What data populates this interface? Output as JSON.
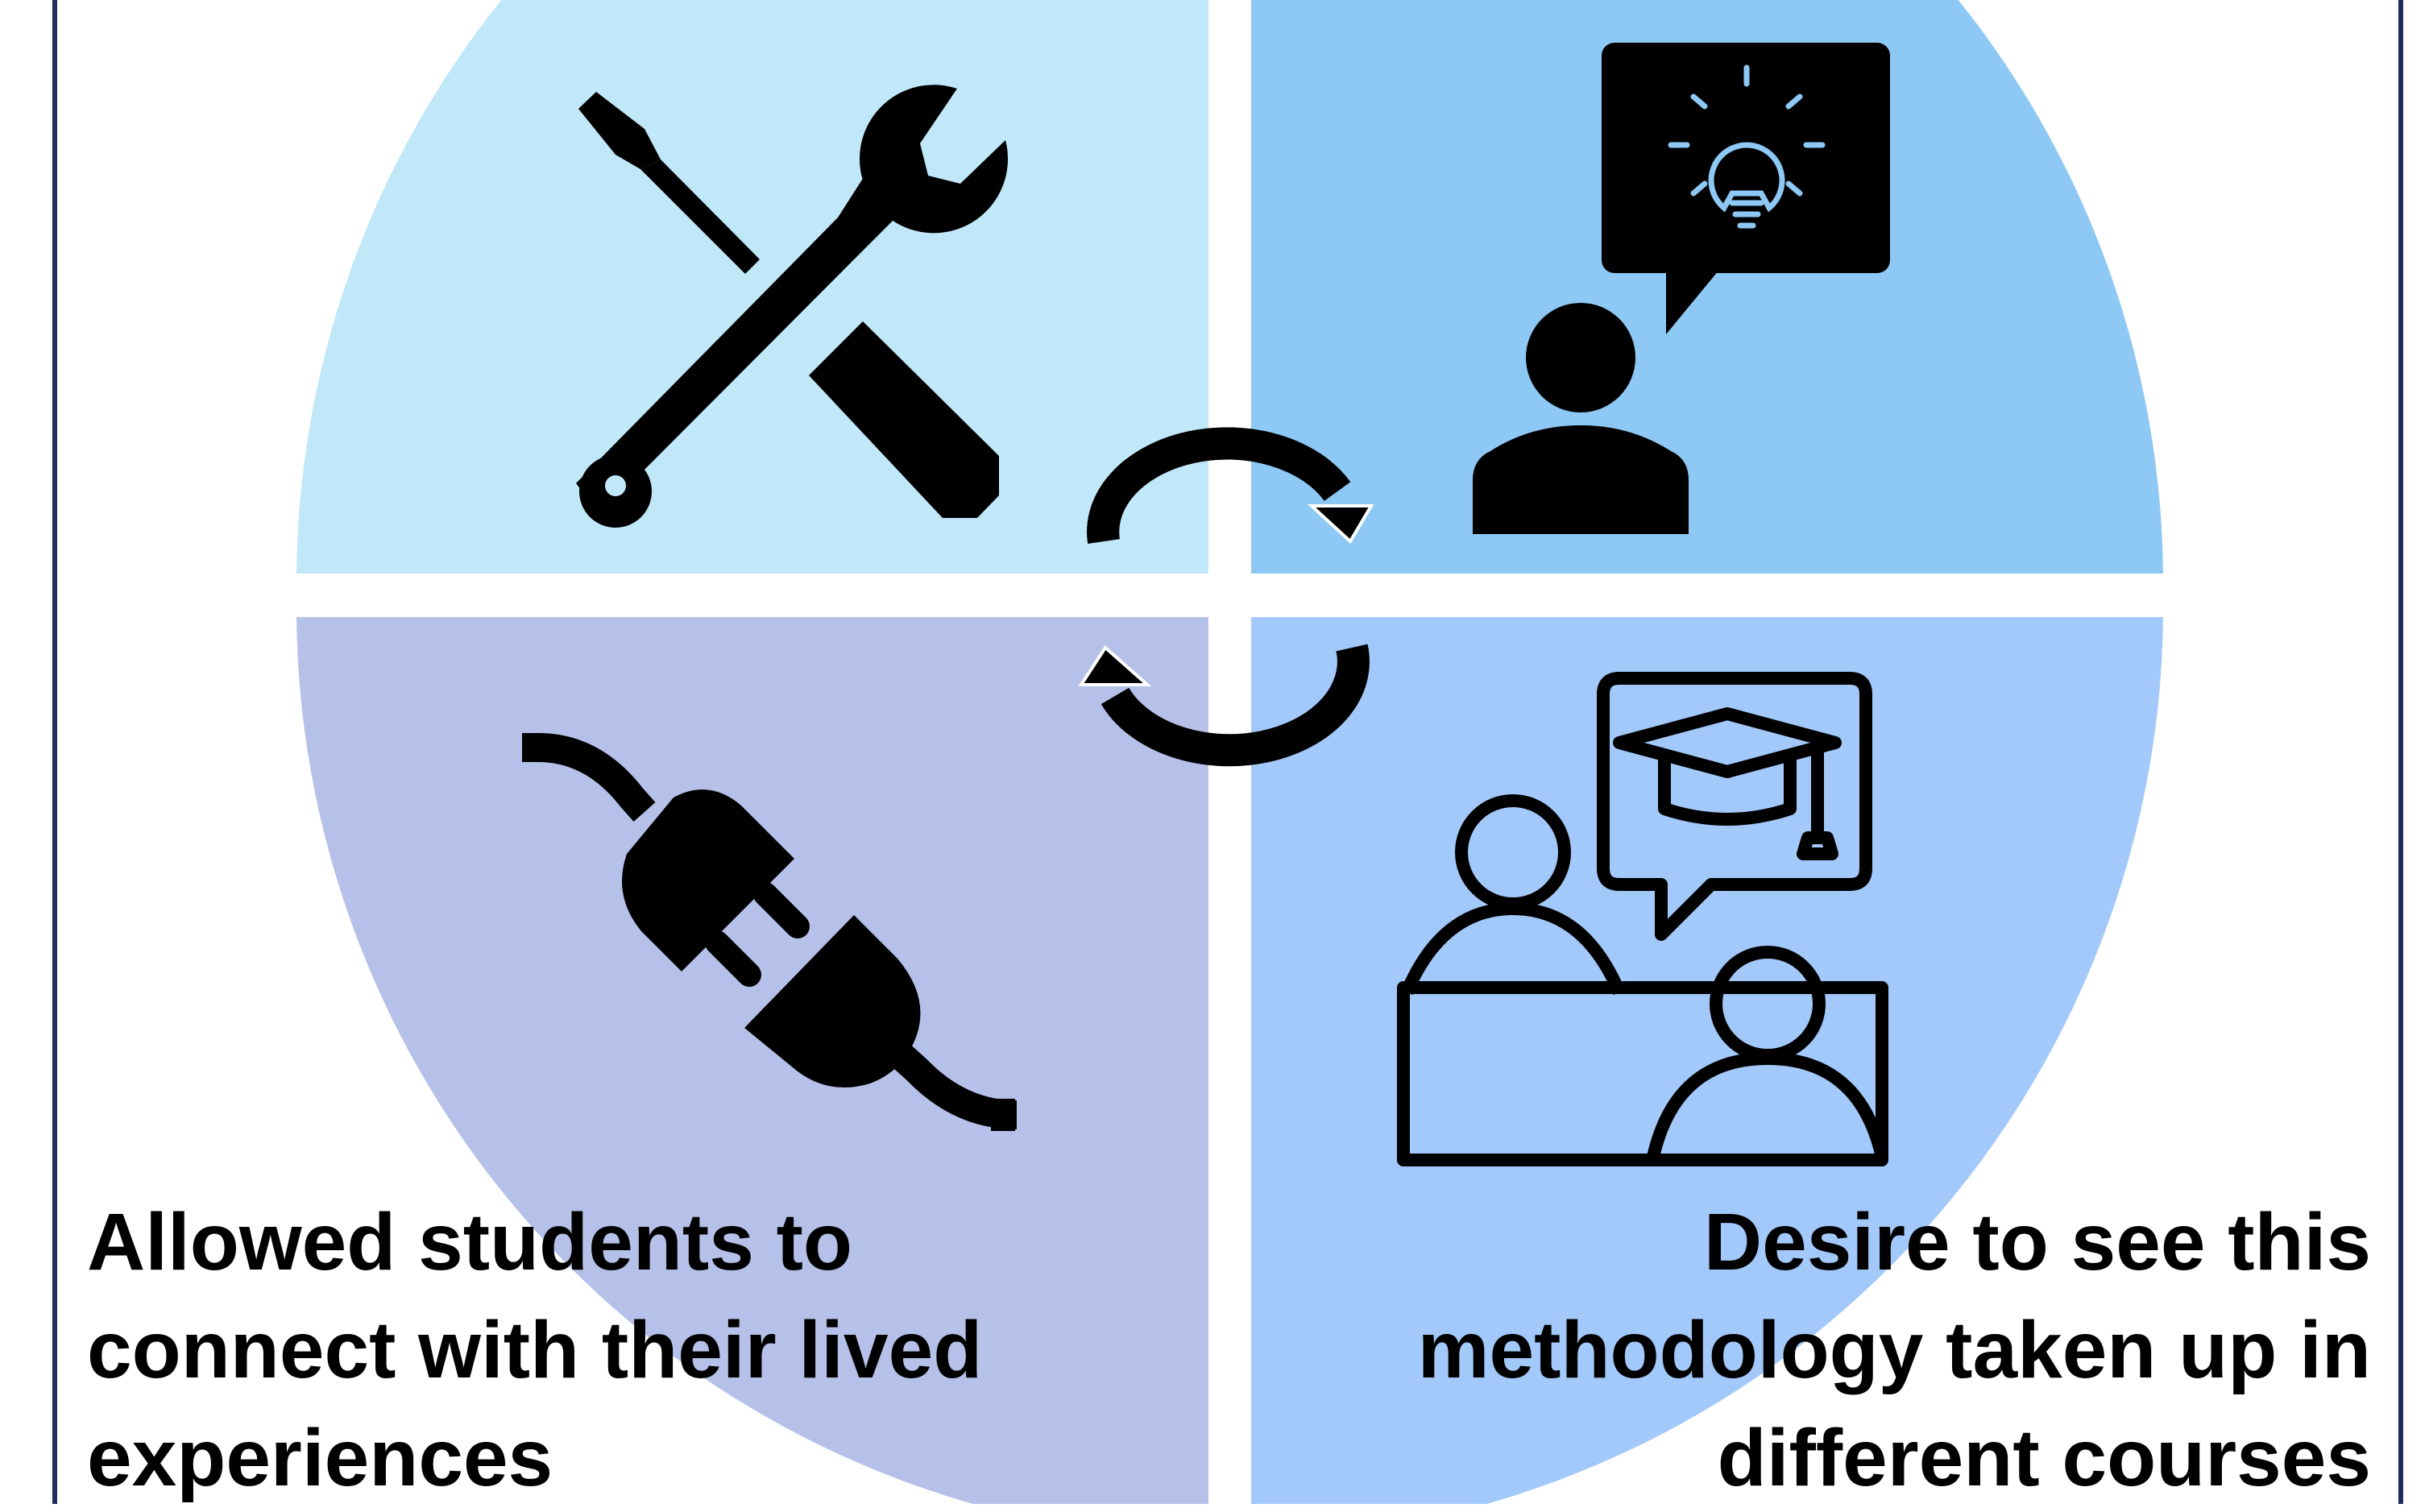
{
  "colors": {
    "top_left_quadrant": "#C1E8F9",
    "top_right_quadrant": "#8DC9F4",
    "bottom_left_quadrant": "#B6C1E9",
    "bottom_right_quadrant": "#A2C9FA",
    "frame_border": "#1F2D5A",
    "icon": "#000000"
  },
  "quadrants": {
    "top_left": {
      "icon": "wrench-screwdriver-icon"
    },
    "top_right": {
      "icon": "person-lightbulb-idea-icon"
    },
    "bottom_left": {
      "icon": "plug-socket-icon",
      "caption_lines": [
        "Allowed students to",
        "connect with their lived",
        "experiences"
      ]
    },
    "bottom_right": {
      "icon": "teacher-student-graduation-icon",
      "caption_lines": [
        "Desire to see this",
        "methodology taken up in",
        "different courses"
      ]
    }
  },
  "cycle_arrows": [
    "clockwise-arrow-top-icon",
    "clockwise-arrow-bottom-icon"
  ]
}
